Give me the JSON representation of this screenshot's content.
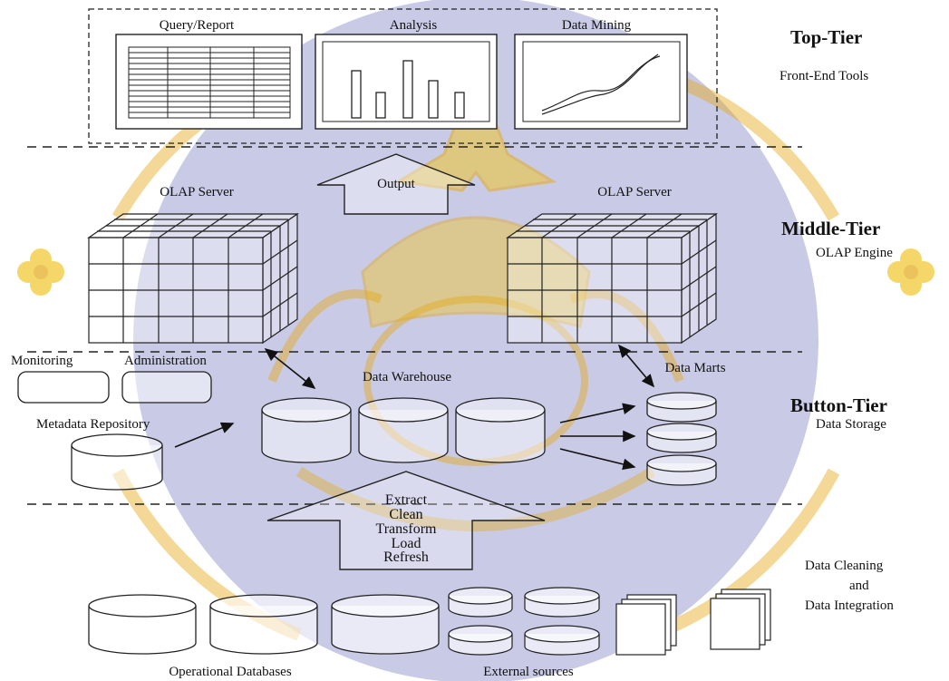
{
  "watermark": {
    "description_visible": false,
    "bg_circle": "#c9cbe6",
    "emblem": "#f0c52a",
    "emblem_dark": "#e4a91a"
  },
  "tiers": {
    "top": {
      "title": "Top-Tier",
      "subtitle": "Front-End Tools"
    },
    "middle": {
      "title": "Middle-Tier",
      "subtitle": "OLAP Engine"
    },
    "bottom": {
      "title": "Button-Tier",
      "subtitle": "Data Storage"
    },
    "cleaning": {
      "line1": "Data Cleaning",
      "line2": "and",
      "line3": "Data Integration"
    }
  },
  "tools": {
    "query_report": "Query/Report",
    "analysis": "Analysis",
    "data_mining": "Data Mining"
  },
  "olap": {
    "left": "OLAP Server",
    "right": "OLAP Server",
    "output": "Output"
  },
  "storage": {
    "monitoring": "Monitoring",
    "administration": "Administration",
    "metadata_repository": "Metadata Repository",
    "data_warehouse": "Data Warehouse",
    "data_marts": "Data Marts"
  },
  "etl_steps": [
    "Extract",
    "Clean",
    "Transform",
    "Load",
    "Refresh"
  ],
  "sources": {
    "operational_databases": "Operational Databases",
    "external_sources": "External sources"
  }
}
